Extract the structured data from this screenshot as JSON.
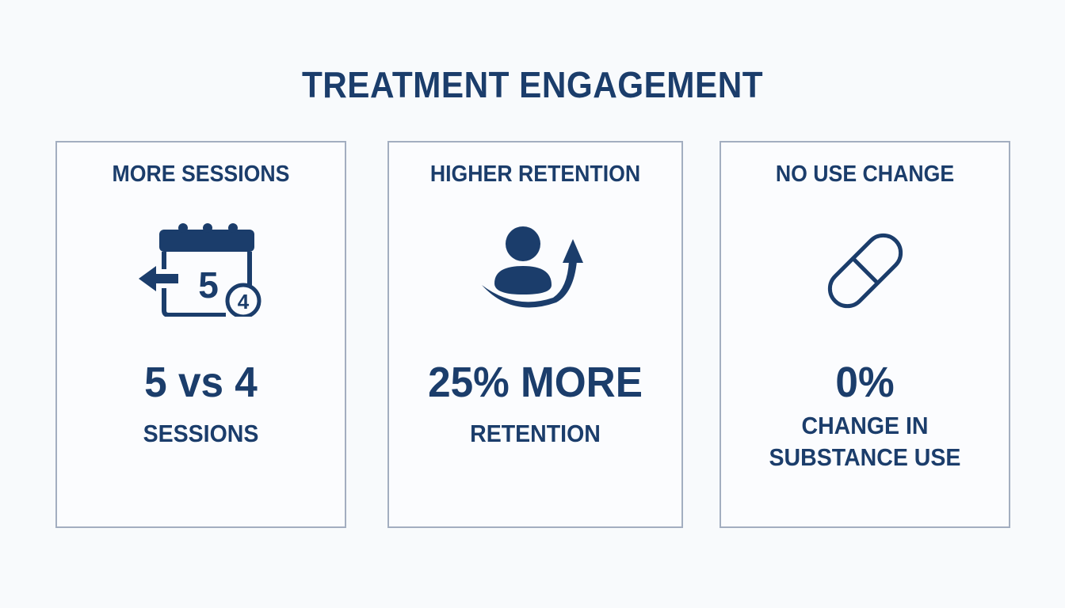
{
  "title": "TREATMENT ENGAGEMENT",
  "colors": {
    "primary": "#1b3d6b",
    "border": "#a3aec0",
    "background": "#f8fafc"
  },
  "cards": [
    {
      "heading": "MORE SESSIONS",
      "icon": "calendar-arrow-icon",
      "icon_calendar_number": "5",
      "icon_badge_number": "4",
      "value": "5 vs 4",
      "label": "SESSIONS"
    },
    {
      "heading": "HIGHER RETENTION",
      "icon": "person-arrow-up-icon",
      "value": "25% MORE",
      "label": "RETENTION"
    },
    {
      "heading": "NO USE CHANGE",
      "icon": "pill-icon",
      "value": "0%",
      "label_line1": "CHANGE IN",
      "label_line2": "SUBSTANCE USE"
    }
  ]
}
